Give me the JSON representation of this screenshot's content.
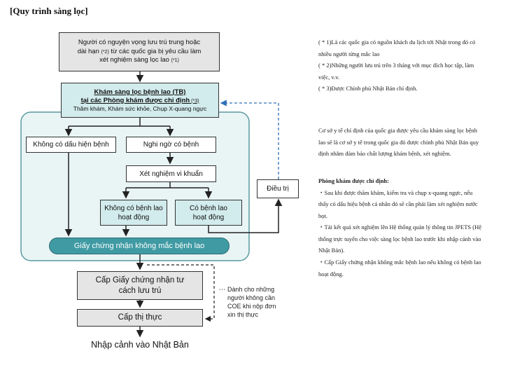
{
  "title": "[Quy trình sàng lọc]",
  "flow": {
    "applicant": {
      "line1": "Người có nguyện vọng lưu trú trung hoặc",
      "line2_main": "dài hạn ",
      "line2_sup": "(*2)",
      "line2_rest": " từ các quốc gia bị yêu cầu làm",
      "line3_main": "xét nghiệm sàng lọc lao ",
      "line3_sup": "(*1)"
    },
    "clinic": {
      "line1": "Khám sàng lọc bệnh lao (TB)",
      "line2": "tại các Phòng khám được chỉ định",
      "line2_sup": " (*3)",
      "line3": "Thăm khám, Khám sức khỏe, Chụp X-quang ngực"
    },
    "no_symptom": "Không có dấu hiện bệnh",
    "suspected": "Nghi ngờ có bệnh",
    "bacteria_test": "Xét nghiệm vi khuẩn",
    "no_active_tb": [
      "Không có bệnh lao",
      "hoạt động"
    ],
    "active_tb": [
      "Có bệnh lao",
      "hoạt động"
    ],
    "treatment": "Điều trị",
    "certificate": "Giấy chứng nhận không mắc bệnh lao",
    "residence": [
      "Cấp Giấy chứng nhận tư",
      "cách lưu trú"
    ],
    "visa": "Cấp thị thực",
    "entry": "Nhập cảnh vào Nhật Bản",
    "coe_note": [
      "Dành cho những",
      "người không cần",
      "COE khi nộp đơn",
      "xin thị thực"
    ]
  },
  "notes": {
    "footnotes": [
      "( * 1)Là các quốc gia có nguồn khách du lịch tới Nhật trong đó có",
      "nhiều người từng mắc lao",
      "( * 2)Những người lưu trú trên 3 tháng với mục đích học tập, làm",
      "việc, v.v.",
      "( * 3)Được Chính phủ Nhật Bản chỉ định."
    ],
    "paragraph": [
      "Cơ sở y tế chỉ định của quốc gia được yêu cầu khám sàng lọc bệnh",
      "lao sẽ là cơ sở y tế trong quốc gia đó được chính phủ Nhật Bản quy",
      "định nhằm đảm bảo chất lượng khám bệnh, xét nghiệm."
    ],
    "clinic_heading": "Phòng khám được chỉ định:",
    "clinic_items": [
      "・Sau khi được thăm khám, kiểm tra và chụp x-quang ngực, nếu",
      "thấy có dấu hiệu bệnh cá nhân đó sẽ cần phải làm xét nghiệm nước",
      "bọt.",
      "・Tải kết quả xét nghiệm lên Hệ thống quản lý thông tin JPETS (Hệ",
      "thống trực tuyến cho việc sàng lọc bệnh lao trước khi nhập cảnh vào",
      "Nhật Bản).",
      "・Cấp Giấy chứng nhận không mắc bệnh lao nếu không có bệnh lao",
      "hoạt động."
    ]
  },
  "colors": {
    "teal_fill": "#d2ebec",
    "dark_teal": "#3f9aa3",
    "container_border": "#5a9aa0",
    "dashed_blue": "#2f6fb8"
  }
}
